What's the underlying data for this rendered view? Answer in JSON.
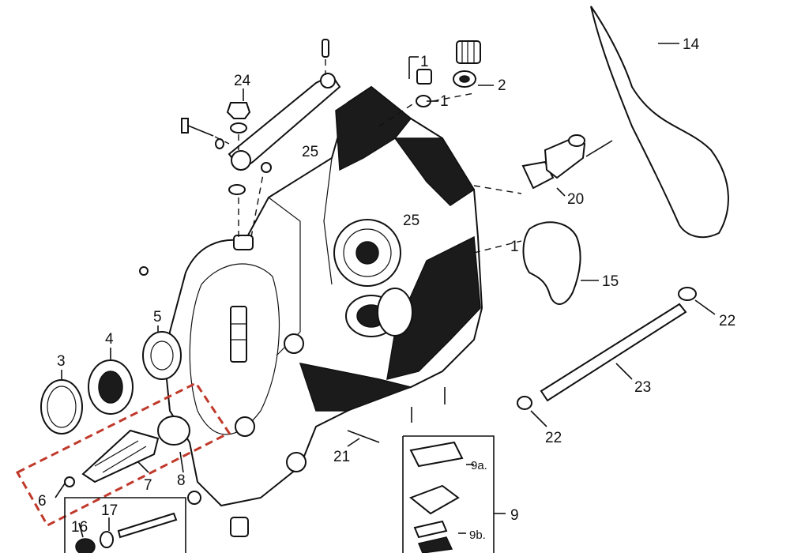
{
  "callouts": {
    "c1a": "1",
    "c1b": "1",
    "c1c": "1",
    "c2": "2",
    "c3": "3",
    "c4": "4",
    "c5": "5",
    "c6": "6",
    "c7": "7",
    "c8": "8",
    "c9": "9",
    "c9a": "9a.",
    "c9b": "9b.",
    "c14": "14",
    "c15": "15",
    "c16": "16",
    "c17": "17",
    "c20": "20",
    "c21": "21",
    "c22a": "22",
    "c22b": "22",
    "c23": "23",
    "c24": "24",
    "c25a": "25",
    "c25b": "25"
  },
  "colors": {
    "highlight_box": "#c0392b",
    "ink": "#111111"
  }
}
